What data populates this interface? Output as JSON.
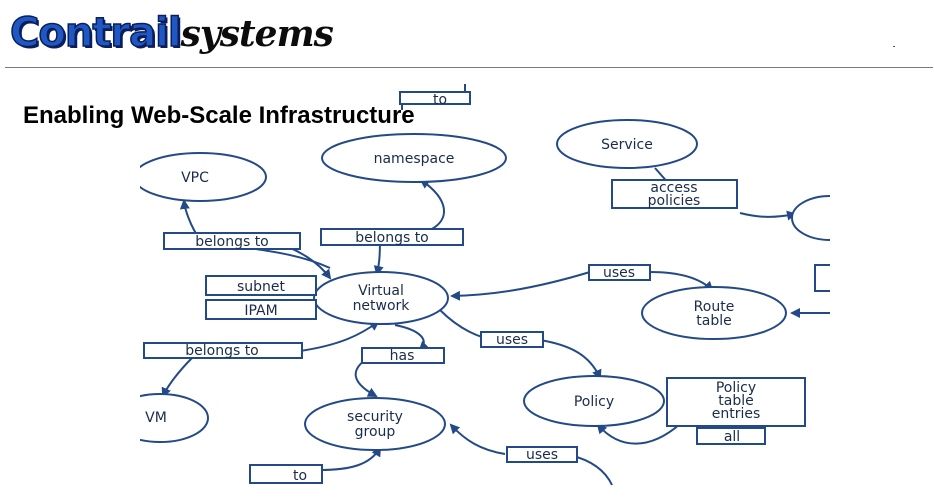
{
  "header": {
    "logo_main": "Contrail",
    "logo_sub": "systems",
    "title": "Enabling Web-Scale Infrastructure"
  },
  "colors": {
    "node_stroke": "#234a86",
    "node_fill": "#ffffff",
    "edge": "#234a86",
    "text": "#1a2c4a",
    "logo_blue": "#1f57c3"
  },
  "diagram": {
    "nodes": {
      "namespace": "namespace",
      "vpc": "VPC",
      "service": "Service",
      "virtual_network_line1": "Virtual",
      "virtual_network_line2": "network",
      "route_table_line1": "Route",
      "route_table_line2": "table",
      "policy": "Policy",
      "security_group_line1": "security",
      "security_group_line2": "group",
      "vm_partial": "VM"
    },
    "labels": {
      "belongs_to_vpc": "belongs to",
      "belongs_to_namespace": "belongs to",
      "belongs_to_vm": "belongs to",
      "access_policies_line1": "access",
      "access_policies_line2": "policies",
      "subnet": "subnet",
      "ipam": "IPAM",
      "uses_route": "uses",
      "uses_policy": "uses",
      "uses_sg": "uses",
      "has": "has",
      "policy_entries_line1": "Policy",
      "policy_entries_line2": "table",
      "policy_entries_line3": "entries",
      "all_partial": "all",
      "top_partial": "to",
      "bottom_partial": "to"
    }
  }
}
